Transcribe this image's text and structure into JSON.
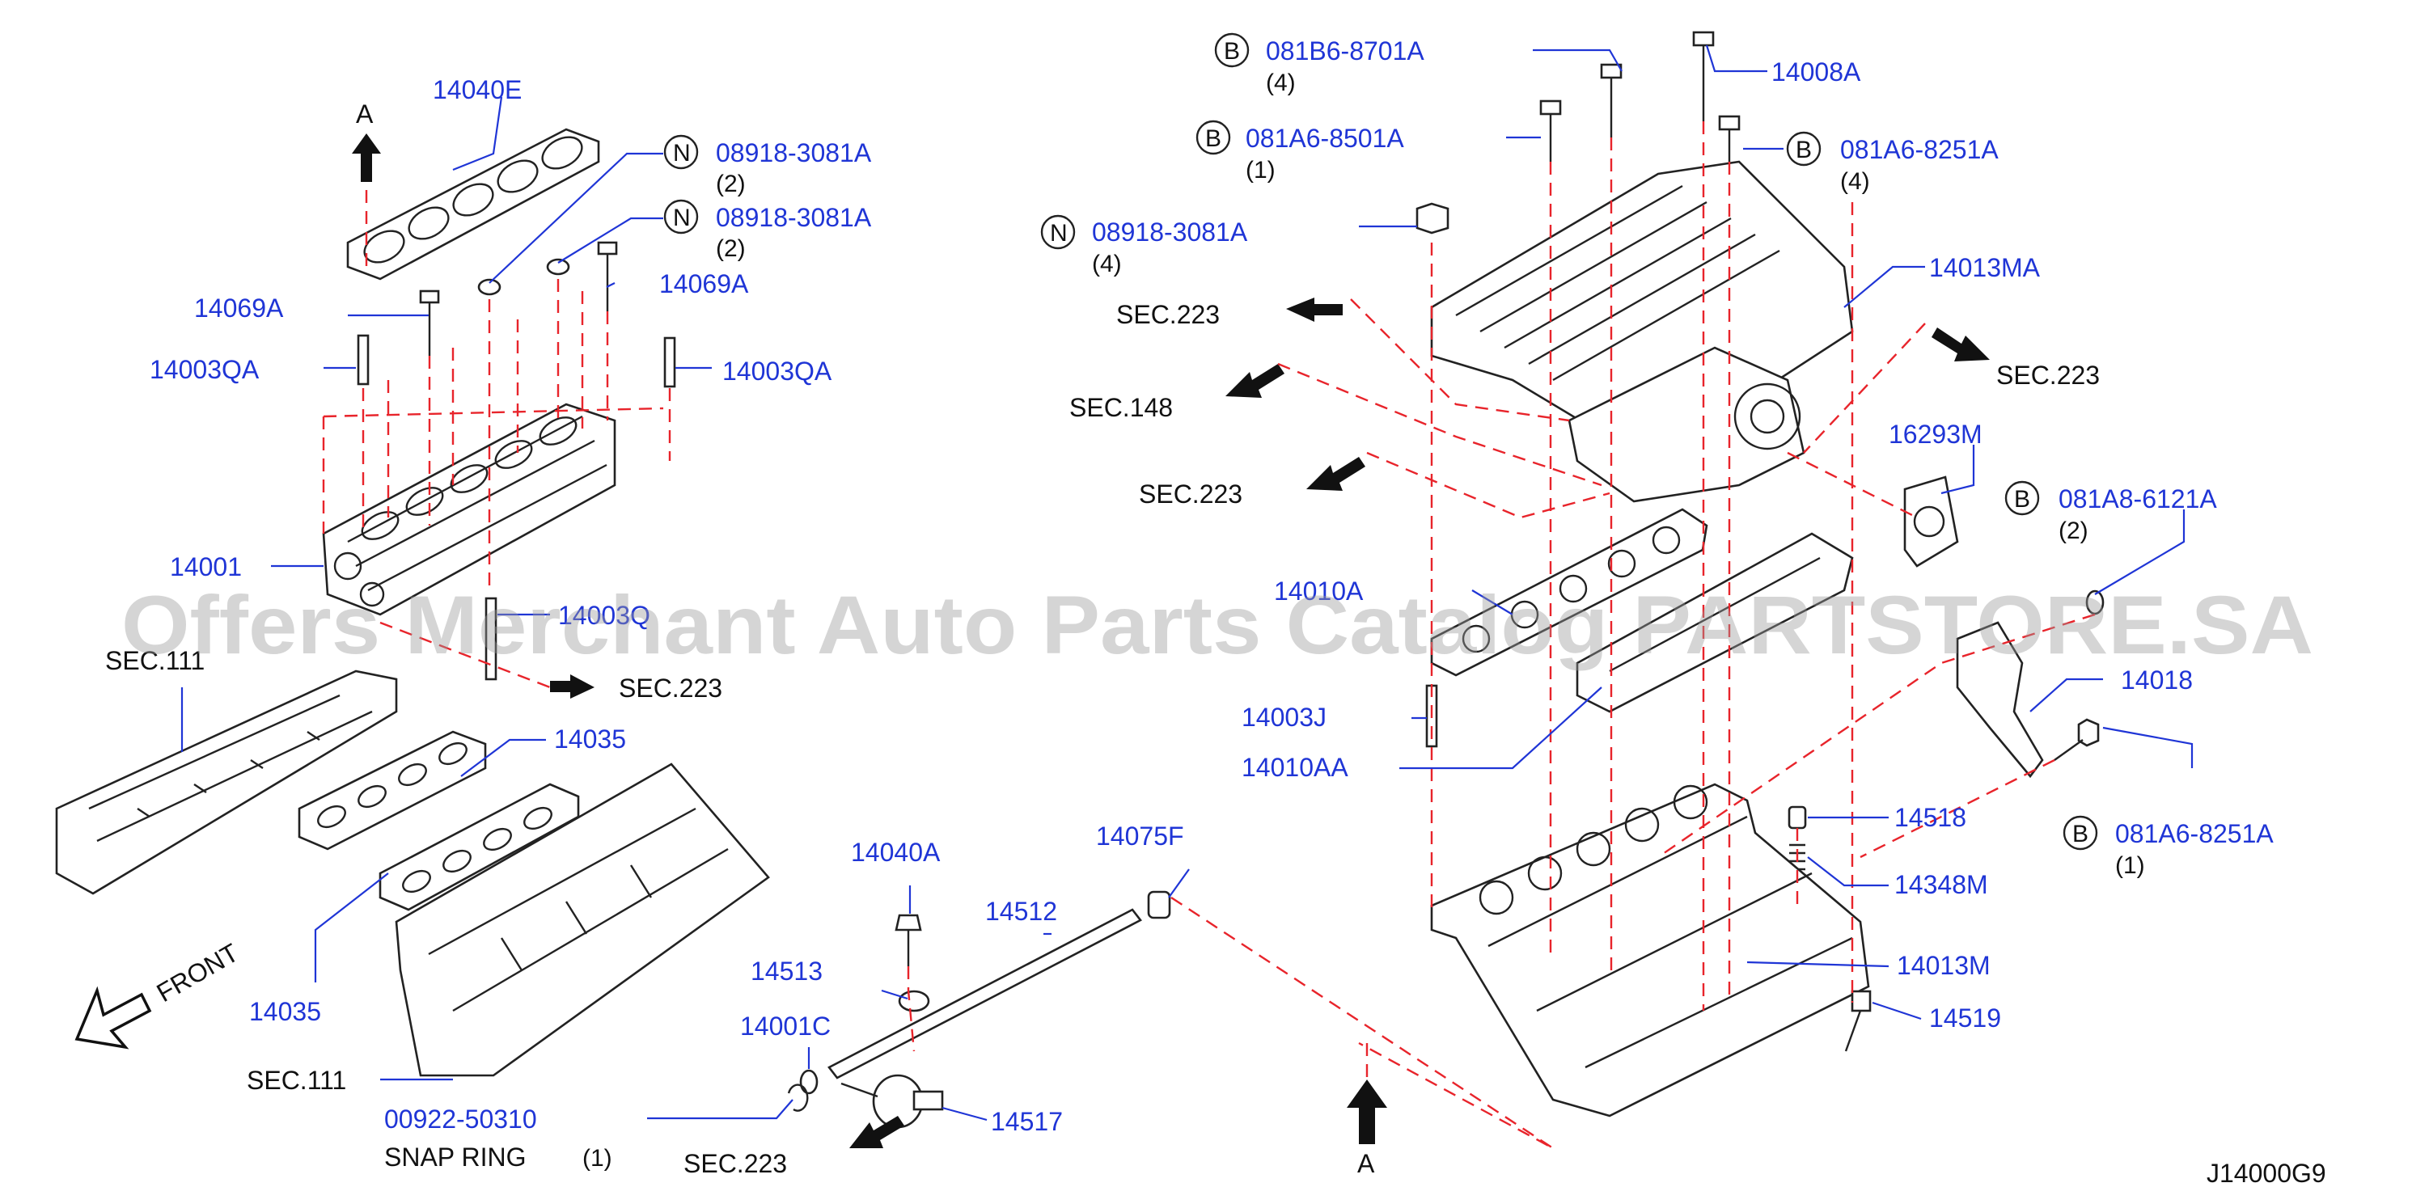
{
  "diagram_code": "J14000G9",
  "watermark": "Offers Merchant Auto Parts Catalog PARTSTORE.SA",
  "badges": {
    "B": "B",
    "N": "N"
  },
  "direction": {
    "arrow_a": "A",
    "front": "FRONT"
  },
  "sections": {
    "sec111": "SEC.111",
    "sec223": "SEC.223",
    "sec148": "SEC.148"
  },
  "snap_ring": {
    "label": "SNAP  RING",
    "qty": "(1)"
  },
  "parts": {
    "p14040E": "14040E",
    "p089183081A": "08918-3081A",
    "p14069A": "14069A",
    "p14003QA": "14003QA",
    "p14001": "14001",
    "p14003Q": "14003Q",
    "p14035": "14035",
    "p0092250310": "00922-50310",
    "p14040A": "14040A",
    "p14075F": "14075F",
    "p14512": "14512",
    "p14513": "14513",
    "p14001C": "14001C",
    "p14517": "14517",
    "p081B68701A": "081B6-8701A",
    "p14008A": "14008A",
    "p081A68501A": "081A6-8501A",
    "p081A68251A": "081A6-8251A",
    "p14013MA": "14013MA",
    "p16293M": "16293M",
    "p081A86121A": "081A8-6121A",
    "p14010A": "14010A",
    "p14018": "14018",
    "p14003J": "14003J",
    "p14010AA": "14010AA",
    "p14518": "14518",
    "p14348M": "14348M",
    "p14013M": "14013M",
    "p14519": "14519"
  },
  "qty": {
    "q1": "(1)",
    "q2": "(2)",
    "q4": "(4)"
  },
  "colors": {
    "part_number": "#1f35d6",
    "dashed_line": "#e8242b",
    "line_art": "#222222"
  }
}
